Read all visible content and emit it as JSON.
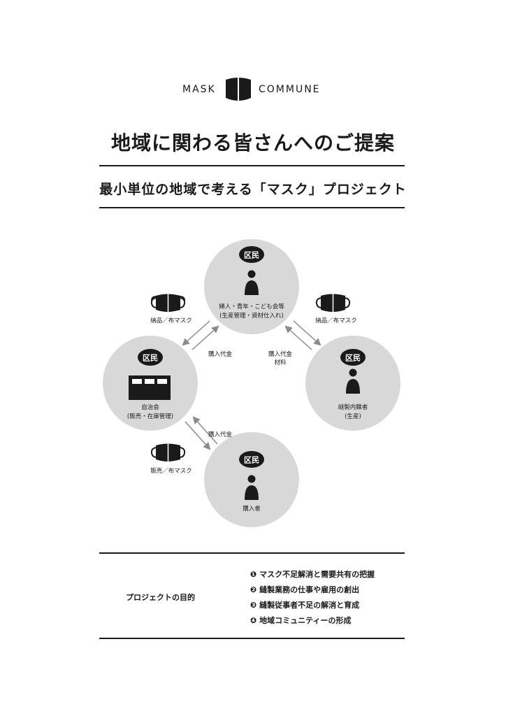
{
  "brand": {
    "left": "MASK",
    "right": "COMMUNE"
  },
  "title": "地域に関わる皆さんへのご提案",
  "subtitle": "最小単位の地域で考える「マスク」プロジェクト",
  "nodes": {
    "top": {
      "badge": "区民",
      "label1": "婦人・青年・こども会等",
      "label2": "(生産管理・資材仕入れ)"
    },
    "left": {
      "badge": "区民",
      "label1": "自治会",
      "label2": "(販売・在庫管理)"
    },
    "right": {
      "badge": "区民",
      "label1": "縫製内職者",
      "label2": "(生産)"
    },
    "bottom": {
      "badge": "区民",
      "label1": "購入者"
    }
  },
  "masks": {
    "top_left": "納品／布マスク",
    "top_right": "納品／布マスク",
    "bottom_left": "販売／布マスク"
  },
  "flows": {
    "left_top": "購入代金",
    "top_right_1": "購入代金",
    "top_right_2": "材料",
    "bottom_left": "購入代金"
  },
  "purpose": {
    "title": "プロジェクトの目的",
    "goals": [
      "❶ マスク不足解消と需要共有の把握",
      "❷ 縫製業務の仕事や雇用の創出",
      "❸ 縫製従事者不足の解消と育成",
      "❹ 地域コミュニティーの形成"
    ]
  }
}
